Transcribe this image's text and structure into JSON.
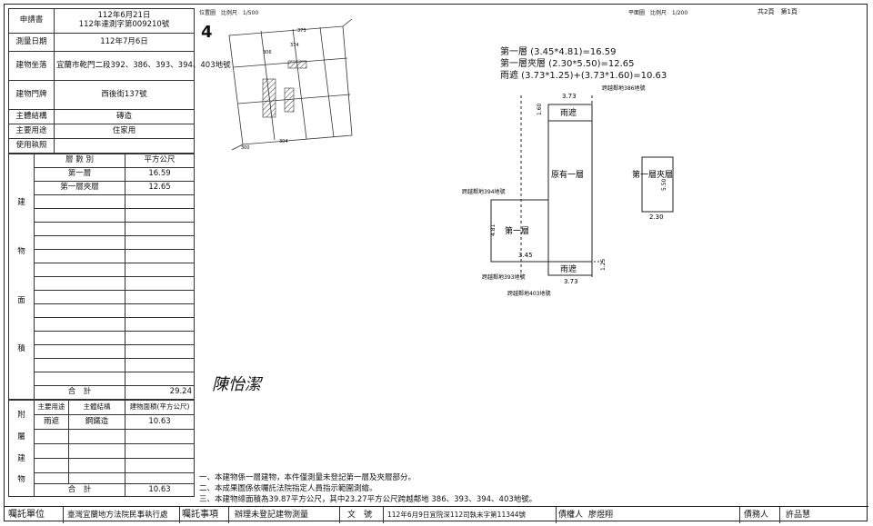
{
  "header": {
    "applicant_label": "申請書",
    "applicant_date": "112年6月21日",
    "applicant_no": "112年達測字第009210號",
    "survey_date_label": "測量日期",
    "survey_date": "112年7月6日",
    "location_label": "建物坐落",
    "location_value": "宜蘭市乾門二段392、386、393、394、403地號",
    "door_label": "建物門牌",
    "door_value": "西後街137號",
    "structure_label": "主體結構",
    "structure_value": "磚造",
    "use_label": "主要用途",
    "use_value": "住家用",
    "license_label": "使用執照"
  },
  "area": {
    "side_label": [
      "建",
      "物",
      "面",
      "積"
    ],
    "col_layer": "層 數 別",
    "col_sqm": "平方公尺",
    "rows": [
      {
        "name": "第一層",
        "value": "16.59"
      },
      {
        "name": "第一層夾層",
        "value": "12.65"
      }
    ],
    "total_label": "合　計",
    "total_value": "29.24"
  },
  "annex": {
    "side_label": [
      "附",
      "屬",
      "建",
      "物"
    ],
    "col_use": "主要用途",
    "col_struct": "主體結構",
    "col_area": "建物面積(平方公尺)",
    "rows": [
      {
        "use": "雨遮",
        "struct": "鋼鐵造",
        "area": "10.63"
      }
    ],
    "total_label": "合　計",
    "total_value": "10.63"
  },
  "location_map": {
    "title": "位置圖",
    "scale_label": "比例尺",
    "scale": "1/500",
    "north_mark": "4",
    "parcels": [
      "374",
      "373",
      "306",
      "304",
      "300"
    ]
  },
  "plan": {
    "title": "平面圖",
    "scale_label": "比例尺",
    "scale": "1/200",
    "page_info": "共2頁　第1頁",
    "calc": [
      "第一層 (3.45*4.81)=16.59",
      "第一層夾層 (2.30*5.50)=12.65",
      "雨遮 (3.73*1.25)+(3.73*1.60)=10.63"
    ],
    "dims": {
      "top_width": "3.73",
      "top_height": "1.60",
      "bottom_width": "3.73",
      "bottom_height": "1.25",
      "first_floor_height": "4.81",
      "first_floor_width": "3.45",
      "mezz_height": "5.50",
      "mezz_width": "2.30"
    },
    "labels": {
      "canopy_top": "雨遮",
      "canopy_bottom": "雨遮",
      "existing": "原有一層",
      "first_floor": "第一層",
      "mezzanine": "第一層夾層",
      "cross_386": "跨越鄰地386地號",
      "cross_394": "跨越鄰地394地號",
      "cross_393": "跨越鄰地393地號",
      "cross_403": "跨越鄰地403地號"
    }
  },
  "signature": "陳怡潔",
  "notes": [
    "一、本建物係一層建物，本件僅測量未登記第一層及夾層部分。",
    "二、本成果圖係依囑託法院指定人員指示範圍測繪。",
    "三、本建物總面積為39.87平方公尺，其中23.27平方公尺跨越鄰地 386、393、394、403地號。"
  ],
  "footer": {
    "entrust_unit_label": "囑託單位",
    "entrust_unit_value": "臺灣宜蘭地方法院民事執行處",
    "entrust_item_label": "囑託事項",
    "entrust_item_value": "辦理未登記建物測量",
    "doc_label": "文　號",
    "doc_value": "112年6月9日宜院深112司執未字第11344號",
    "creditor_label": "債權人",
    "creditor_value": "廖煜翔",
    "debtor_label": "債務人",
    "debtor_value": "許品慧"
  }
}
